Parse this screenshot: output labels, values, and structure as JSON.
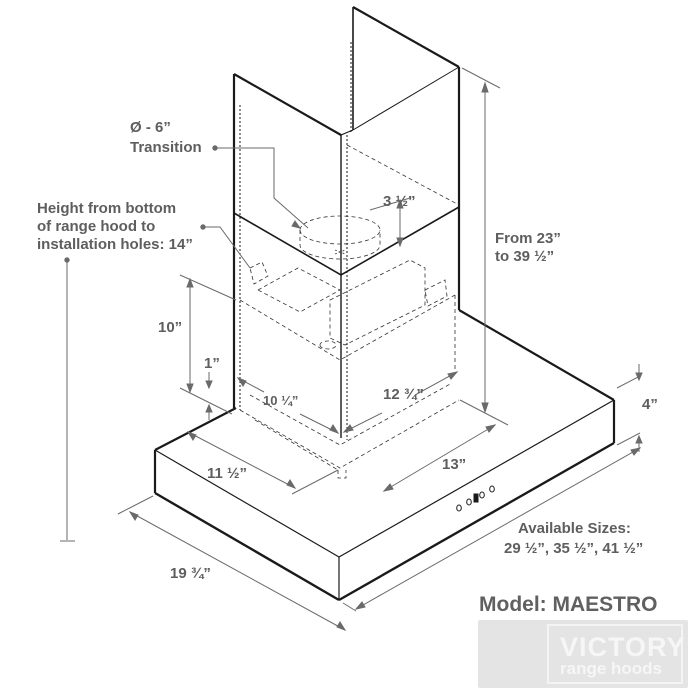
{
  "diagram": {
    "subject": "Wall mount chimney range hood dimension drawing",
    "labels": {
      "duct_diameter": "Ø - 6”",
      "duct_transition": "Transition",
      "install_height_line1": "Height from bottom",
      "install_height_line2": "of range hood to",
      "install_height_line3": "installation holes: 14”",
      "chimney_height_line1": "From 23”",
      "chimney_height_line2": "to 39 ½”",
      "duct_offset": "3 ½”",
      "motor_height": "10”",
      "bottom_gap": "1”",
      "chimney_width": "10 ¼”",
      "chimney_depth": "12 ¾”",
      "hood_thickness": "4”",
      "chimney_side_offset": "11 ½”",
      "chimney_front_offset": "13”",
      "hood_depth": "19 ¾”",
      "available_sizes_title": "Available Sizes:",
      "available_sizes_values": "29 ½”, 35 ½”, 41 ½”"
    },
    "available_sizes": [
      "29 ½”",
      "35 ½”",
      "41 ½”"
    ],
    "control_panel": {
      "buttons": 5
    }
  },
  "model": {
    "label": "Model: MAESTRO"
  },
  "brand": {
    "name": "VICTORY",
    "tagline": "range hoods",
    "logo_icon": "v-flame-logo-icon"
  },
  "colors": {
    "line": "#1a1a1a",
    "dimension": "#6a6a6a",
    "text": "#5e5e5e",
    "logo_bg": "#e4e4e4"
  }
}
